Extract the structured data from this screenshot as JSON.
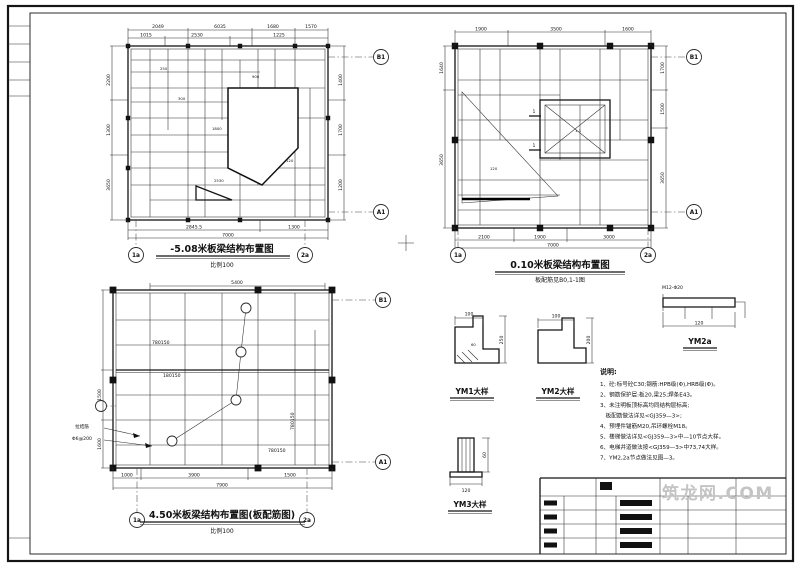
{
  "sheet": {
    "watermark": "筑龙网.COM"
  },
  "axes": {
    "b1": "B1",
    "a1": "A1",
    "x1": "1a",
    "x2": "2a"
  },
  "plan1": {
    "title": "-5.08米板梁结构布置图",
    "scale": "比例100",
    "dims_top": [
      "2049",
      "6035",
      "1680",
      "1570"
    ],
    "dims_top2": [
      "1015",
      "2530",
      "1225"
    ],
    "dims_bottom": [
      "2845.5",
      "1300"
    ],
    "dim_total_bottom": "7000",
    "dims_left": [
      "2200",
      "1300",
      "3650"
    ],
    "dims_right": [
      "1400",
      "1700",
      "1200"
    ],
    "inner": [
      "250",
      "300",
      "1800",
      "900",
      "120",
      "2530"
    ]
  },
  "plan2": {
    "title": "0.10米板梁结构布置图",
    "subtitle": "板配筋见B0,1-1图",
    "dims_top": [
      "1900",
      "3500",
      "1600"
    ],
    "dims_bottom": [
      "2100",
      "1900",
      "3000"
    ],
    "dim_total_bottom": "7000",
    "dims_right": [
      "1700",
      "1500",
      "3650"
    ],
    "dims_left": [
      "1640",
      "3650"
    ],
    "section": "1",
    "inner": [
      "1-1",
      "120"
    ]
  },
  "plan3": {
    "title": "4.50米板梁结构布置图(板配筋图)",
    "scale": "比例100",
    "dim_top": "5400",
    "rebar": [
      "780150",
      "180150",
      "780150",
      "780150"
    ],
    "leader_line1": "拉结筋",
    "leader_line2": "Φ6@200",
    "dims_left": [
      "1500",
      "1600"
    ],
    "dims_bottom": [
      "1000",
      "3900",
      "1500"
    ],
    "dim_total_bottom": "7900"
  },
  "details": {
    "ym1": {
      "label": "YM1大样",
      "d1": "100",
      "d2": "250",
      "d3": "60"
    },
    "ym2": {
      "label": "YM2大样",
      "d1": "100",
      "d2": "200"
    },
    "ym2a": {
      "label": "YM2a",
      "note_top": "M12-Φ20",
      "d1": "120"
    },
    "ym3": {
      "label": "YM3大样",
      "d1": "120",
      "d2": "60"
    }
  },
  "notes": {
    "title": "说明:",
    "items": [
      "1、砼:标号砼C30;钢筋:HPB级(Φ),HRB级(Φ)。",
      "2、钢筋保护层:板20,梁25;焊条E43。",
      "3、未注明板顶标高均同结构层标高;",
      "　板配筋做法详见<GJ359—3>;",
      "4、预埋件锚筋M20,吊环螺栓M18。",
      "5、楼梯做法详见<GJ359—3>中—10节点大样。",
      "6、电梯井道做法按<GJ359—3>中73,74大样。",
      "7、YM2,2a节点做法见图—3。"
    ]
  }
}
